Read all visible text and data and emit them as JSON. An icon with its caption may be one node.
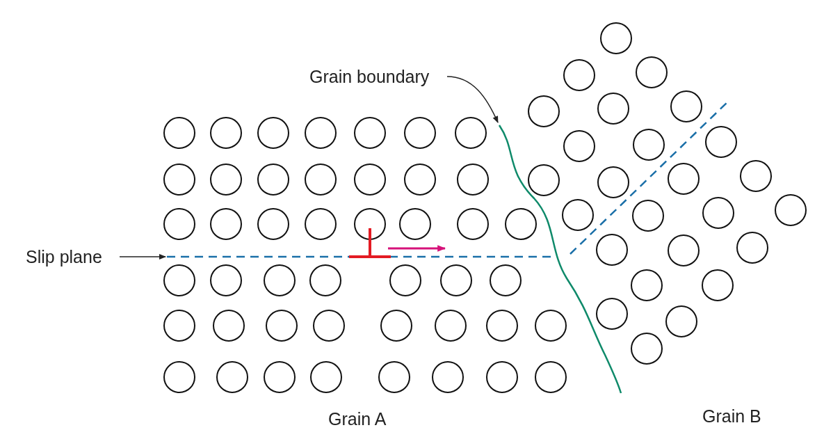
{
  "diagram": {
    "nodes": [
      {
        "text": [
          "Grain boundary"
        ]
      },
      {
        "text": [],
        "shape": "curve"
      },
      {
        "text": [
          "Slip plane"
        ]
      },
      {
        "text": [],
        "shape": "line"
      }
    ],
    "edges": [
      {
        "from": 0,
        "to": 1,
        "arrow": "to"
      },
      {
        "from": 2,
        "to": 3,
        "arrow": "to"
      }
    ],
    "labels": [
      "Grain A",
      "Grain B"
    ]
  }
}
